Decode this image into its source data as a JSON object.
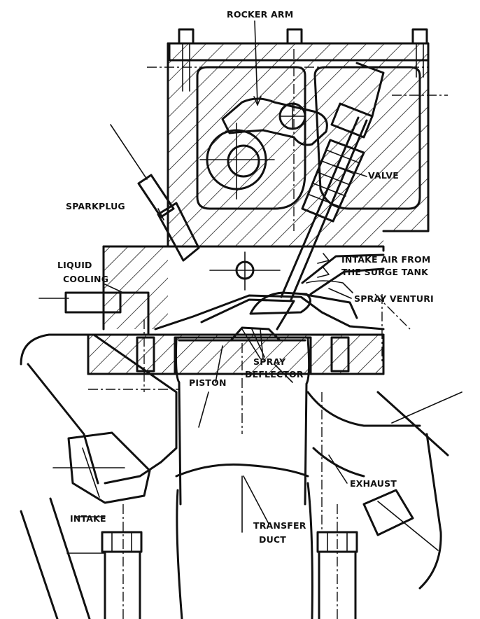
{
  "labels": {
    "rocker_arm": "ROCKER ARM",
    "valve": "VALVE",
    "sparkplug": "SPARKPLUG",
    "liquid_cooling_line1": "LIQUID",
    "liquid_cooling_line2": "COOLING",
    "intake_air_line1": "INTAKE AIR FROM",
    "intake_air_line2": "THE SURGE TANK",
    "spray_venturi": "SPRAY VENTURI",
    "piston": "PISTON",
    "spray_deflector_line1": "SPRAY",
    "spray_deflector_line2": "DEFLECTOR",
    "exhaust": "EXHAUST",
    "intake": "INTAKE",
    "transfer_duct_line1": "TRANSFER",
    "transfer_duct_line2": "DUCT"
  },
  "colors": {
    "ink": "#111111",
    "paper": "#ffffff"
  }
}
